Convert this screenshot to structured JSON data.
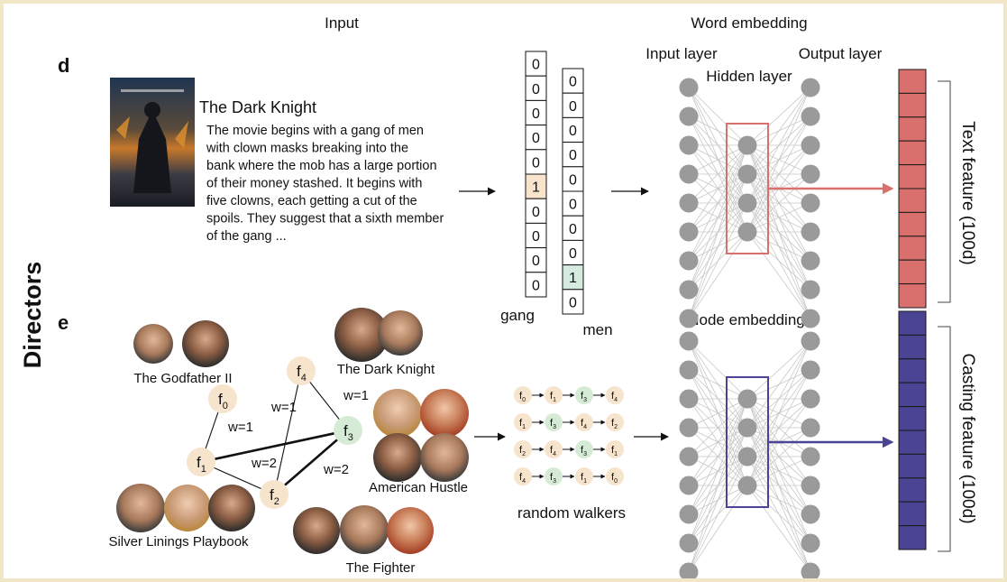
{
  "headers": {
    "input": "Input",
    "word_embedding": "Word embedding"
  },
  "side_label": "Directors",
  "panel_d": {
    "letter": "d",
    "movie_title": "The Dark Knight",
    "synopsis_lines": [
      "The movie begins with a gang of men",
      "with clown masks breaking into the",
      "bank where the mob has a large portion",
      "of their money stashed. It begins with",
      "five clowns, each getting a cut of the",
      "spoils. They suggest that a sixth member",
      "of the gang ..."
    ],
    "gang_vector": [
      "0",
      "0",
      "0",
      "0",
      "0",
      "1",
      "0",
      "0",
      "0",
      "0"
    ],
    "gang_label": "gang",
    "men_vector": [
      "0",
      "0",
      "0",
      "0",
      "0",
      "0",
      "0",
      "0",
      "1",
      "0"
    ],
    "men_label": "men",
    "input_layer": "Input layer",
    "hidden_layer": "Hidden layer",
    "output_layer": "Output layer",
    "feature_label": "Text feature (100d)",
    "feature_color": "#d9706e",
    "highlight_gang": "#f8e4cc",
    "highlight_men": "#d6ebe0"
  },
  "panel_e": {
    "letter": "e",
    "node_embedding": "Node embedding",
    "nodes": [
      {
        "id": "f0",
        "base": "f",
        "sub": "0"
      },
      {
        "id": "f1",
        "base": "f",
        "sub": "1"
      },
      {
        "id": "f2",
        "base": "f",
        "sub": "2"
      },
      {
        "id": "f3",
        "base": "f",
        "sub": "3"
      },
      {
        "id": "f4",
        "base": "f",
        "sub": "4"
      }
    ],
    "edges": [
      {
        "from": "f0",
        "to": "f1",
        "weight": "w=1"
      },
      {
        "from": "f1",
        "to": "f3",
        "weight": "w=2"
      },
      {
        "from": "f2",
        "to": "f3",
        "weight": "w=2"
      },
      {
        "from": "f4",
        "to": "f3",
        "weight": "w=1"
      },
      {
        "from": "f4",
        "to": "f2",
        "weight": "w=1"
      },
      {
        "from": "f1",
        "to": "f2",
        "weight": ""
      }
    ],
    "movies": [
      "The Godfather II",
      "The Dark Knight",
      "American Hustle",
      "Silver Linings Playbook",
      "The Fighter"
    ],
    "walks": [
      [
        "0",
        "1",
        "3",
        "4"
      ],
      [
        "1",
        "3",
        "4",
        "2"
      ],
      [
        "2",
        "4",
        "3",
        "1"
      ],
      [
        "4",
        "3",
        "1",
        "0"
      ]
    ],
    "random_walkers": "random walkers",
    "feature_label": "Casting feature (100d)",
    "feature_color": "#4b4393",
    "node_color": "#f6e4cc",
    "node_color_f3": "#d6ebd6"
  }
}
